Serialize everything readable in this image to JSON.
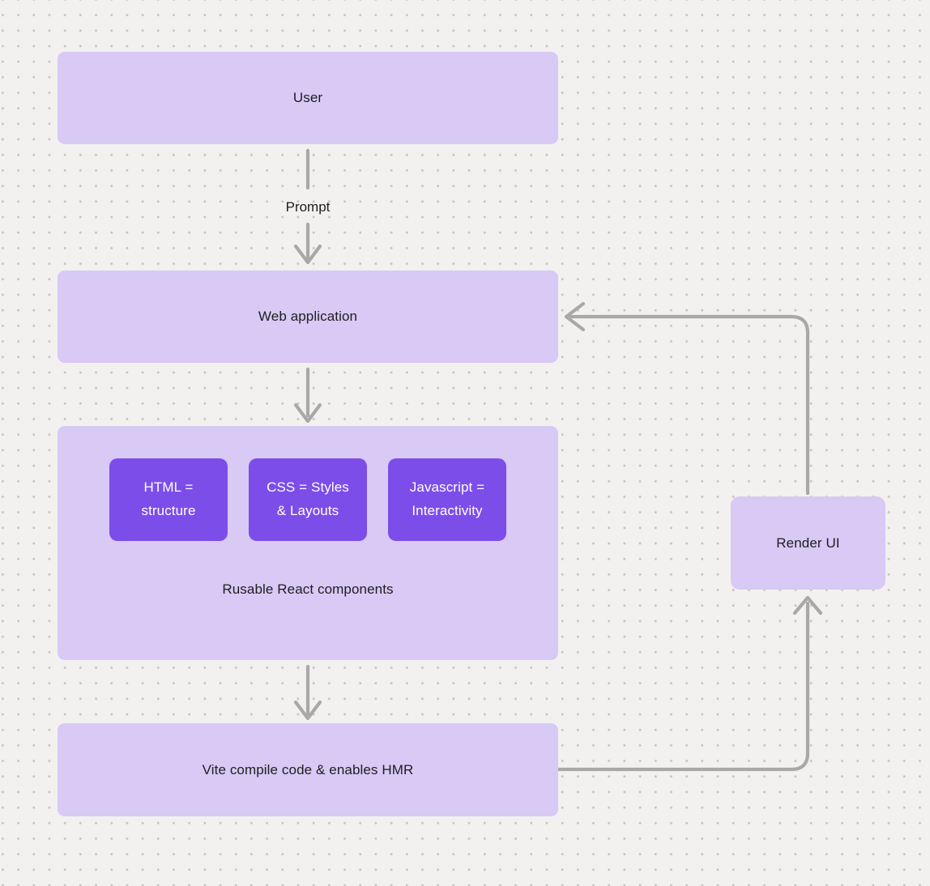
{
  "canvas": {
    "bg_color": "#f2f1ef",
    "dot_color": "#c8c5c2"
  },
  "colors": {
    "bg_color": "#f2f1ef",
    "dot_color": "#c8c5c2",
    "node_fill": "#d8c9f5",
    "chip_fill": "#7c4de9",
    "chip_text": "#ffffff",
    "node_text": "#1e1e1e",
    "connector": "#a8a8a8"
  },
  "nodes": {
    "user": {
      "label": "User"
    },
    "web_application": {
      "label": "Web application"
    },
    "components_group": {
      "chips": [
        {
          "label": "HTML =\nstructure"
        },
        {
          "label": "CSS = Styles\n& Layouts"
        },
        {
          "label": "Javascript =\nInteractivity"
        }
      ],
      "caption": "Rusable React components"
    },
    "vite": {
      "label": "Vite compile code & enables HMR"
    },
    "render_ui": {
      "label": "Render UI"
    }
  },
  "edges": {
    "prompt_label": "Prompt"
  }
}
